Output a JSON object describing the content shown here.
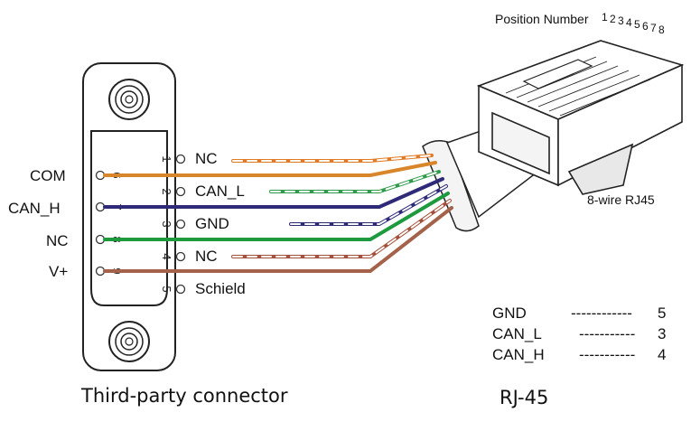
{
  "db9": {
    "pin_numbers_top": [
      "1",
      "2",
      "3",
      "4",
      "5"
    ],
    "pin_numbers_bottom": [
      "6",
      "7",
      "8",
      "9"
    ],
    "left_labels": [
      "COM",
      "CAN_H",
      "NC",
      "V+"
    ],
    "right_labels": [
      "NC",
      "CAN_L",
      "GND",
      "NC",
      "Schield"
    ]
  },
  "wires": [
    {
      "pin": "1",
      "color": "#e07a24",
      "style": "striped"
    },
    {
      "pin": "6",
      "color": "#d9852a",
      "style": "solid"
    },
    {
      "pin": "2",
      "color": "#2e9a4a",
      "style": "striped"
    },
    {
      "pin": "7",
      "color": "#2e2a78",
      "style": "solid"
    },
    {
      "pin": "3",
      "color": "#2e2a78",
      "style": "striped"
    },
    {
      "pin": "8",
      "color": "#1d9a3e",
      "style": "solid"
    },
    {
      "pin": "4",
      "color": "#a4503a",
      "style": "striped"
    },
    {
      "pin": "9",
      "color": "#a4624a",
      "style": "solid"
    }
  ],
  "rj45": {
    "position_number_label": "Position Number",
    "position_digits": [
      "1",
      "2",
      "3",
      "4",
      "5",
      "6",
      "7",
      "8"
    ],
    "type_label": "8-wire RJ45"
  },
  "mapping": [
    {
      "signal": "GND",
      "dashes": "------------",
      "pin": "5"
    },
    {
      "signal": "CAN_L",
      "dashes": "-----------",
      "pin": "3"
    },
    {
      "signal": "CAN_H",
      "dashes": "-----------",
      "pin": "4"
    }
  ],
  "captions": {
    "left": "Third-party connector",
    "right": "RJ-45"
  }
}
